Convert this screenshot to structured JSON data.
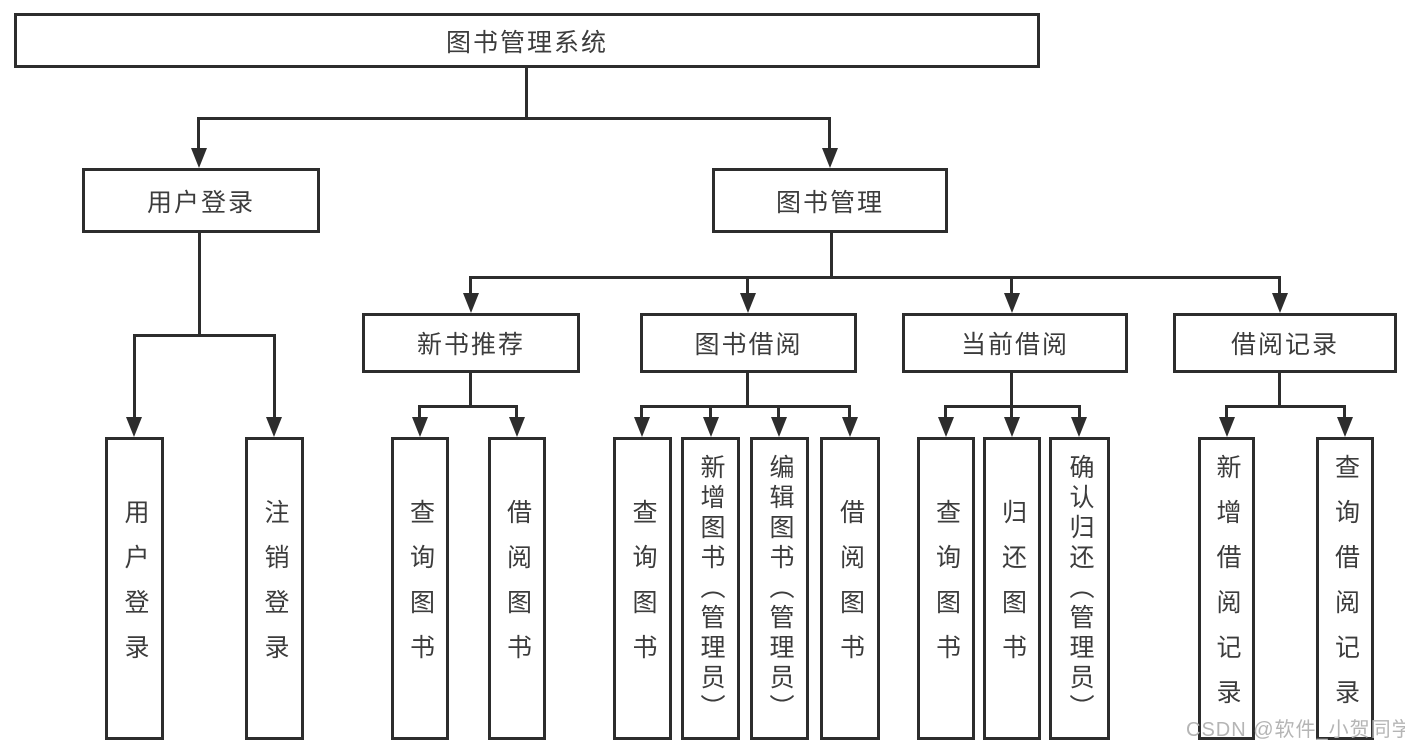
{
  "root": {
    "label": "图书管理系统"
  },
  "branches": {
    "user_login": {
      "label": "用户登录",
      "children": {
        "login": {
          "label": "用户登录"
        },
        "logout": {
          "label": "注销登录"
        }
      }
    },
    "book_mgmt": {
      "label": "图书管理",
      "children": {
        "new_books": {
          "label": "新书推荐",
          "children": {
            "query": {
              "label": "查询图书"
            },
            "borrow": {
              "label": "借阅图书"
            }
          }
        },
        "book_borrow": {
          "label": "图书借阅",
          "children": {
            "query": {
              "label": "查询图书"
            },
            "add": {
              "label": "新增图书（管理员）"
            },
            "edit": {
              "label": "编辑图书（管理员）"
            },
            "borrow": {
              "label": "借阅图书"
            }
          }
        },
        "current_borrow": {
          "label": "当前借阅",
          "children": {
            "query": {
              "label": "查询图书"
            },
            "return": {
              "label": "归还图书"
            },
            "confirm_return": {
              "label": "确认归还（管理员）"
            }
          }
        },
        "borrow_records": {
          "label": "借阅记录",
          "children": {
            "add_record": {
              "label": "新增借阅记录"
            },
            "query_record": {
              "label": "查询借阅记录"
            }
          }
        }
      }
    }
  },
  "watermark": "CSDN @软件_小贺同学",
  "colors": {
    "line": "#2d2d2d",
    "text": "#3c3c3c",
    "watermark": "#b5b5b5",
    "background": "#ffffff"
  }
}
